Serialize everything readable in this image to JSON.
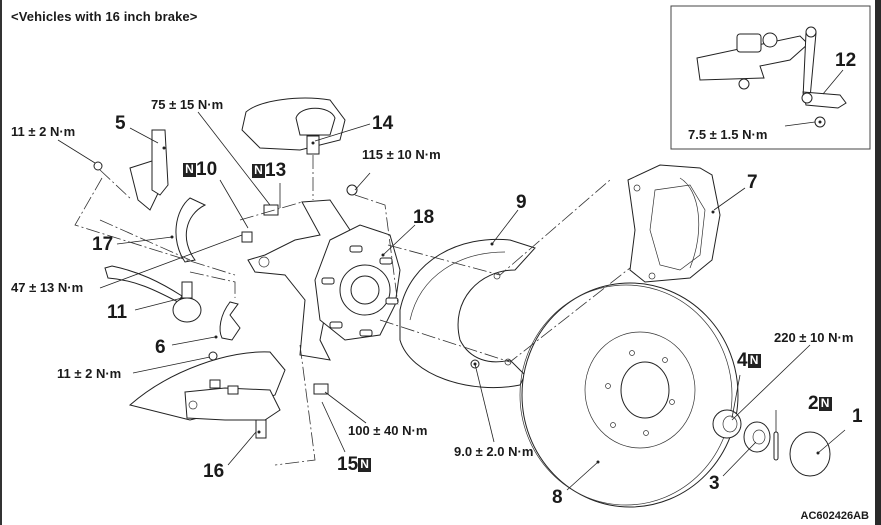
{
  "title": "<Vehicles with 16 inch brake>",
  "figure_ref": "AC602426AB",
  "inset": {
    "part": "12",
    "torque": "7.5 ± 1.5 N·m"
  },
  "badge_glyph": "N",
  "callouts": [
    {
      "id": "1",
      "label": "1",
      "new_part": false
    },
    {
      "id": "2",
      "label": "2",
      "new_part": true
    },
    {
      "id": "3",
      "label": "3",
      "new_part": false
    },
    {
      "id": "4",
      "label": "4",
      "new_part": true
    },
    {
      "id": "5",
      "label": "5",
      "new_part": false
    },
    {
      "id": "6",
      "label": "6",
      "new_part": false
    },
    {
      "id": "7",
      "label": "7",
      "new_part": false
    },
    {
      "id": "8",
      "label": "8",
      "new_part": false
    },
    {
      "id": "9",
      "label": "9",
      "new_part": false
    },
    {
      "id": "10",
      "label": "10",
      "new_part": true
    },
    {
      "id": "11",
      "label": "11",
      "new_part": false
    },
    {
      "id": "12",
      "label": "12",
      "new_part": false
    },
    {
      "id": "13",
      "label": "13",
      "new_part": true
    },
    {
      "id": "14",
      "label": "14",
      "new_part": false
    },
    {
      "id": "15",
      "label": "15",
      "new_part": true
    },
    {
      "id": "16",
      "label": "16",
      "new_part": false
    },
    {
      "id": "17",
      "label": "17",
      "new_part": false
    },
    {
      "id": "18",
      "label": "18",
      "new_part": false
    }
  ],
  "torques": {
    "abs_sensor_bracket_bolt": "11 ± 2 N·m",
    "tie_rod_nut": "75 ± 15 N·m",
    "caliper_bolt": "115 ± 10 N·m",
    "tie_rod_end_nut": "47 ± 13 N·m",
    "abs_sensor_bolt": "11 ± 2 N·m",
    "lower_ball_joint_nut": "100 ± 40 N·m",
    "dust_shield_bolt": "9.0 ± 2.0 N·m",
    "hub_nut": "220 ± 10 N·m"
  }
}
